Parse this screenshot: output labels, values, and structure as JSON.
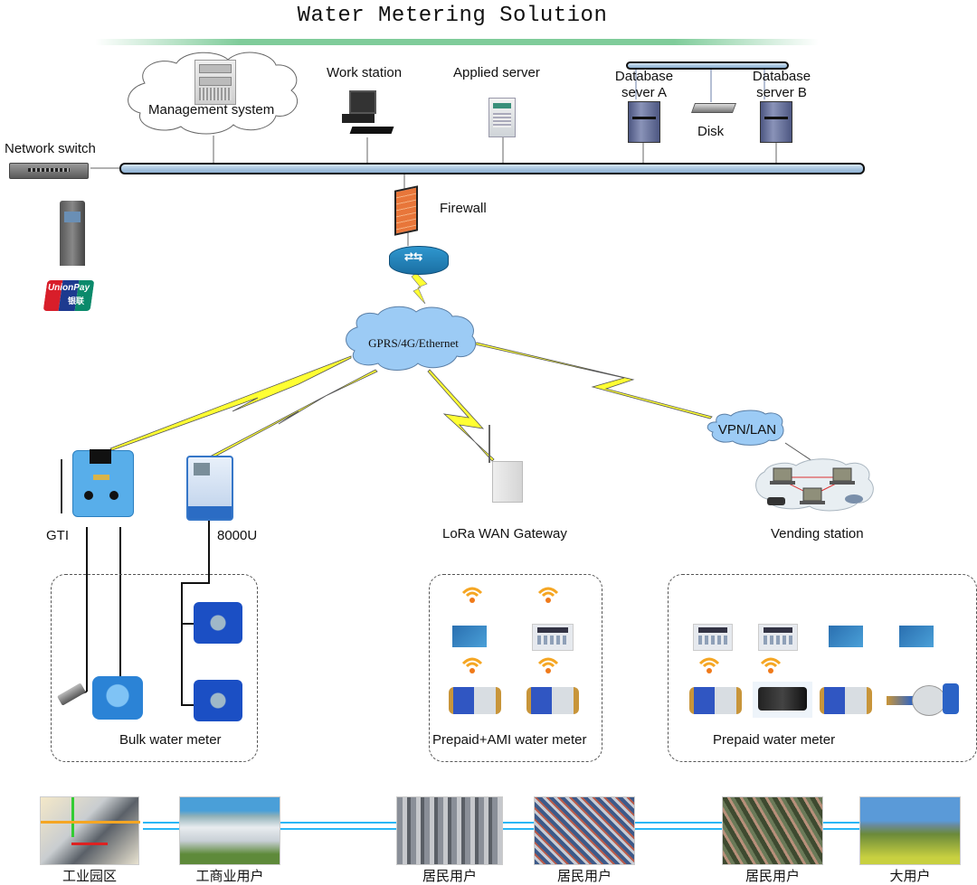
{
  "title": "Water Metering Solution",
  "nodes": {
    "management_system": "Management system",
    "work_station": "Work station",
    "applied_server": "Applied server",
    "database_server_a": "Database\nsever A",
    "database_server_b": "Database\nserver B",
    "disk": "Disk",
    "network_switch": "Network switch",
    "firewall": "Firewall",
    "cloud_network": "GPRS/4G/Ethernet",
    "vpn_lan": "VPN/LAN",
    "gti": "GTI",
    "model_8000u": "8000U",
    "lora_gateway": "LoRa WAN Gateway",
    "vending_station": "Vending station",
    "unionpay_top": "UnionPay",
    "unionpay_bottom": "银联"
  },
  "groups": {
    "bulk": "Bulk water meter",
    "prepaid_ami": "Prepaid+AMI water meter",
    "prepaid": "Prepaid water meter"
  },
  "users": [
    {
      "label": "工业园区",
      "photo": "industrial-park-map"
    },
    {
      "label": "工商业用户",
      "photo": "commercial-factory"
    },
    {
      "label": "居民用户",
      "photo": "city-residential"
    },
    {
      "label": "居民用户",
      "photo": "hillside-residential"
    },
    {
      "label": "居民用户",
      "photo": "suburban-residential"
    },
    {
      "label": "大用户",
      "photo": "large-user-town"
    }
  ],
  "colors": {
    "bus": "#a9c6e0",
    "cloud": "#9ccbf5",
    "lightning": "#ffff33",
    "title_bar": "#7fcc9a",
    "meter_blue": "#2b63c6",
    "wifi": "#f5a623",
    "user_line": "#29b6f6"
  }
}
